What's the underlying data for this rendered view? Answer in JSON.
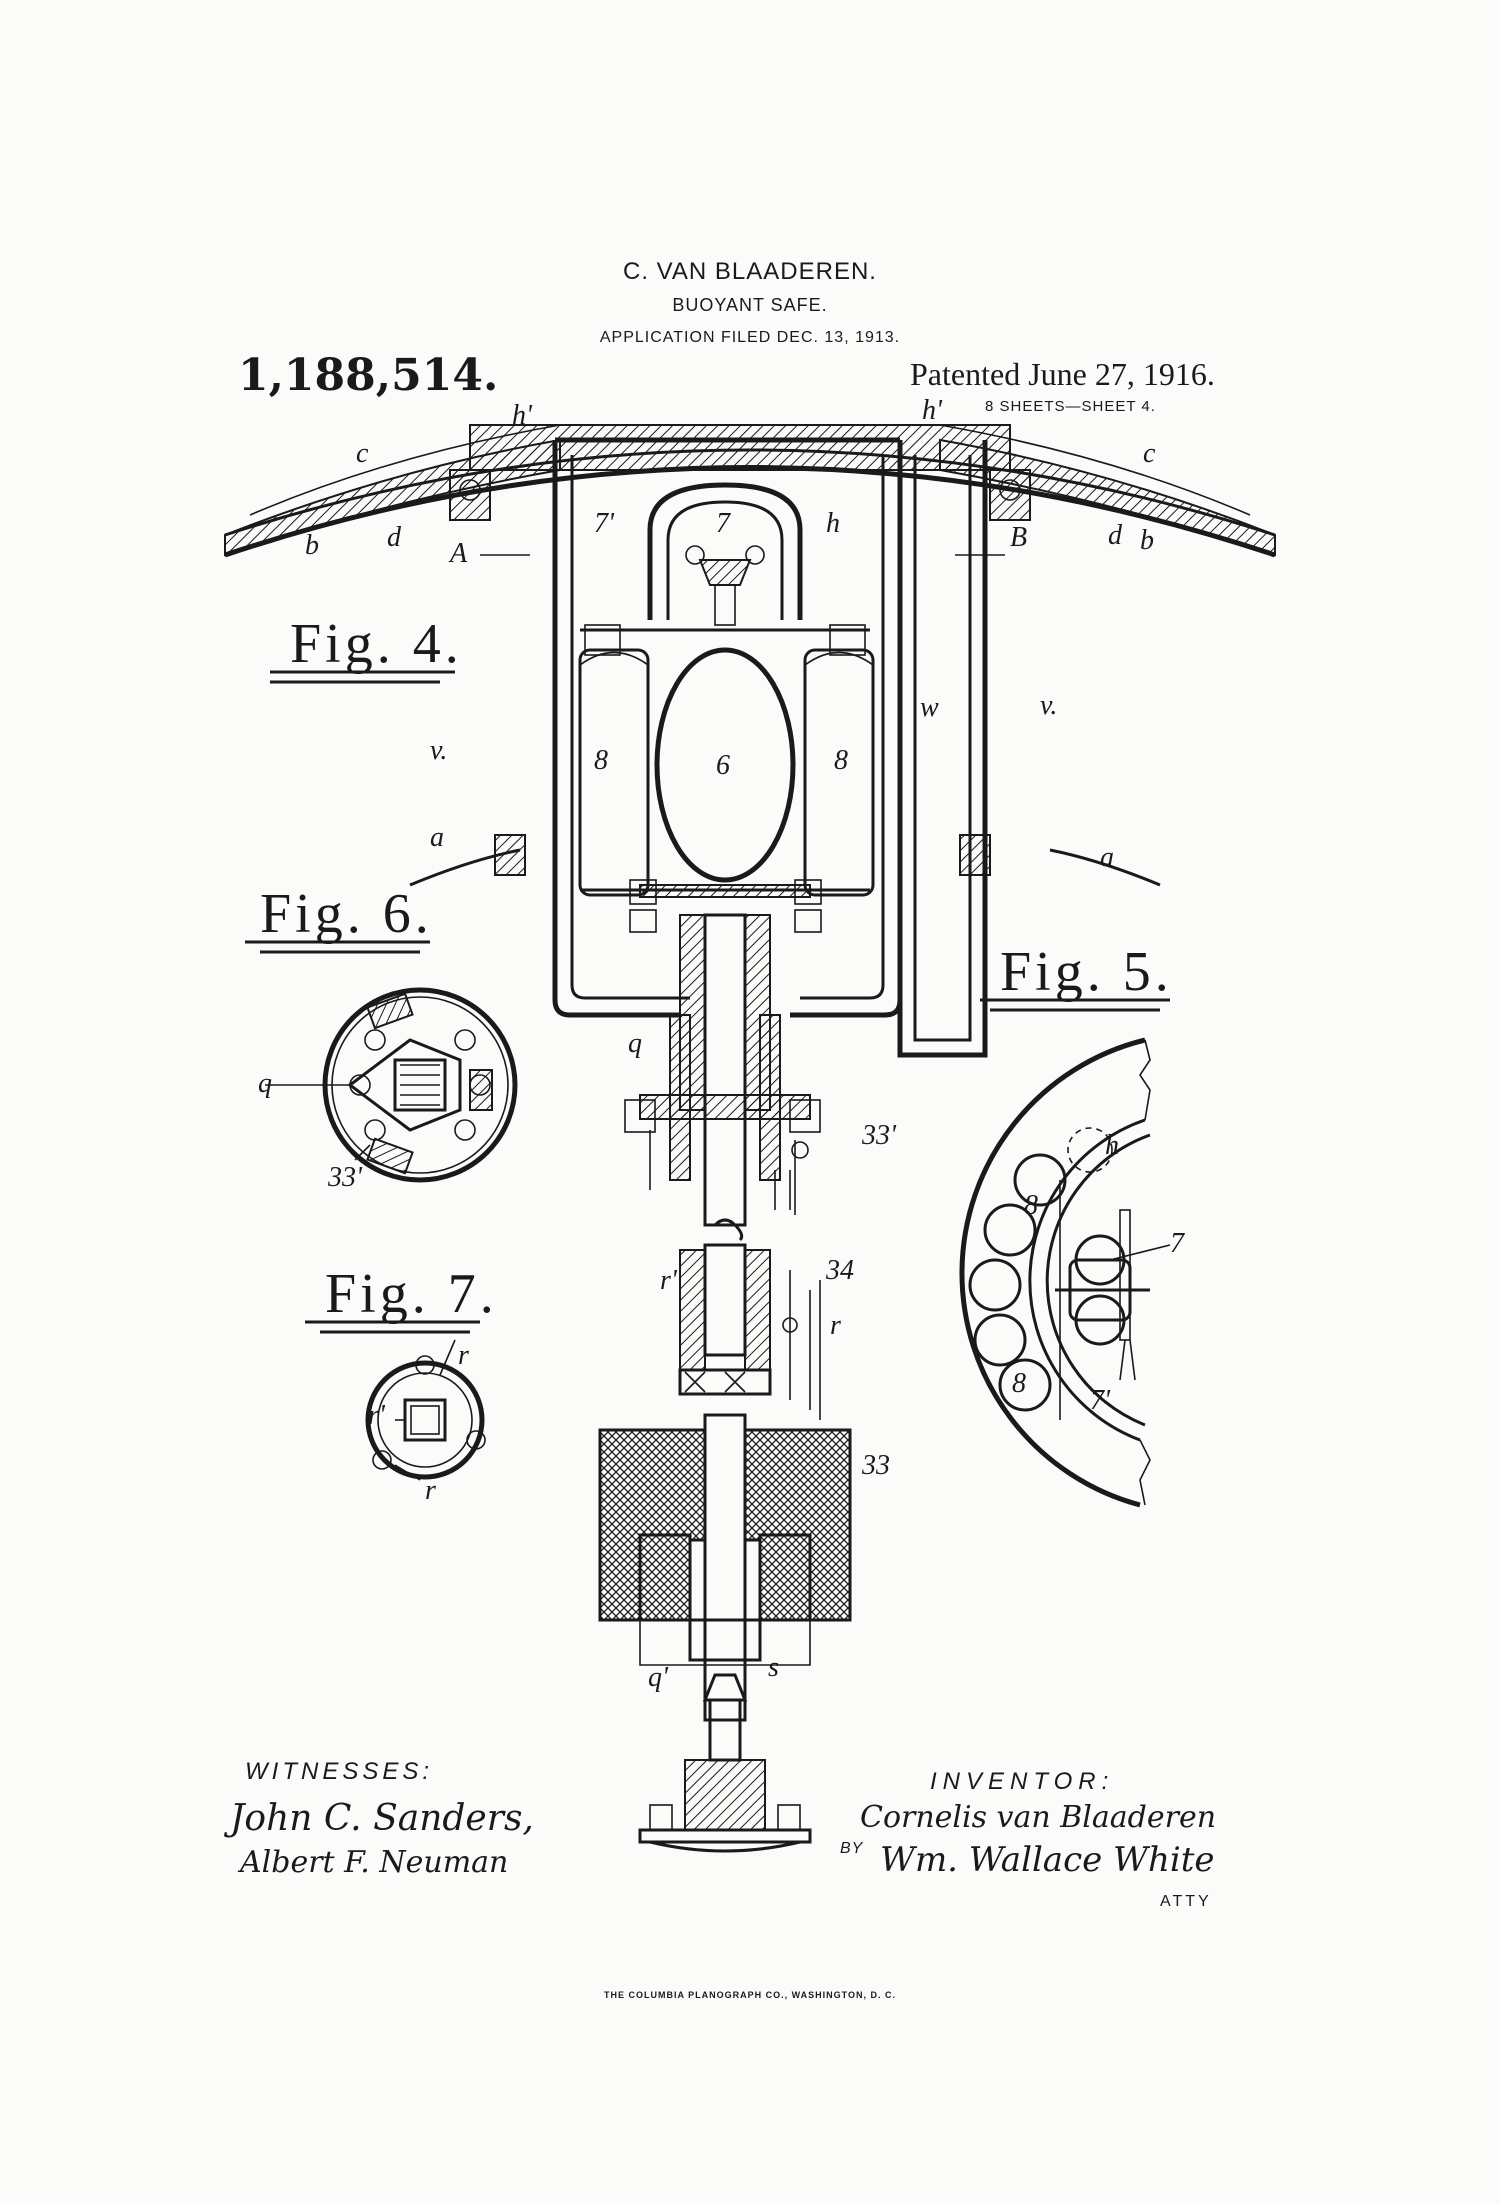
{
  "header": {
    "inventor_name": "C. VAN BLAADEREN.",
    "title": "BUOYANT SAFE.",
    "application_filed": "APPLICATION FILED DEC. 13, 1913.",
    "patent_number": "1,188,514.",
    "patented_date": "Patented June 27, 1916.",
    "sheet_info": "8 SHEETS—SHEET 4."
  },
  "figures": {
    "fig4": "Fig. 4.",
    "fig5": "Fig. 5.",
    "fig6": "Fig. 6.",
    "fig7": "Fig. 7."
  },
  "reference_labels": {
    "c_left": "c",
    "c_right": "c",
    "h_prime_left": "h'",
    "h_prime_right": "h'",
    "b_left": "b",
    "b_right": "b",
    "d_left": "d",
    "d_right": "d",
    "A": "A",
    "B": "B",
    "7_prime": "7'",
    "7": "7",
    "h": "h",
    "v_left": "v.",
    "v_right": "v.",
    "w": "w",
    "8_left": "8",
    "8_right": "8",
    "6": "6",
    "a_left": "a",
    "a_right": "a",
    "q": "q",
    "q_fig6": "q",
    "33_prime": "33'",
    "33_prime_fig6": "33'",
    "r_prime": "r'",
    "34": "34",
    "r": "r",
    "r_fig7_top": "r",
    "r_prime_fig7": "r'",
    "r_fig7_bottom": "r",
    "33": "33",
    "q_prime": "q'",
    "s": "s",
    "h_fig5": "h",
    "8_fig5_top": "8",
    "8_fig5_bottom": "8",
    "7_fig5": "7",
    "7_prime_fig5": "7'"
  },
  "signatures": {
    "witnesses_label": "WITNESSES:",
    "witness_1": "John C. Sanders,",
    "witness_2": "Albert F. Neuman",
    "inventor_label": "INVENTOR:",
    "inventor_signature": "Cornelis van Blaaderen",
    "by": "BY",
    "attorney_signature": "Wm. Wallace White",
    "atty": "ATTY"
  },
  "footer": {
    "printer": "THE COLUMBIA PLANOGRAPH CO., WASHINGTON, D. C."
  }
}
